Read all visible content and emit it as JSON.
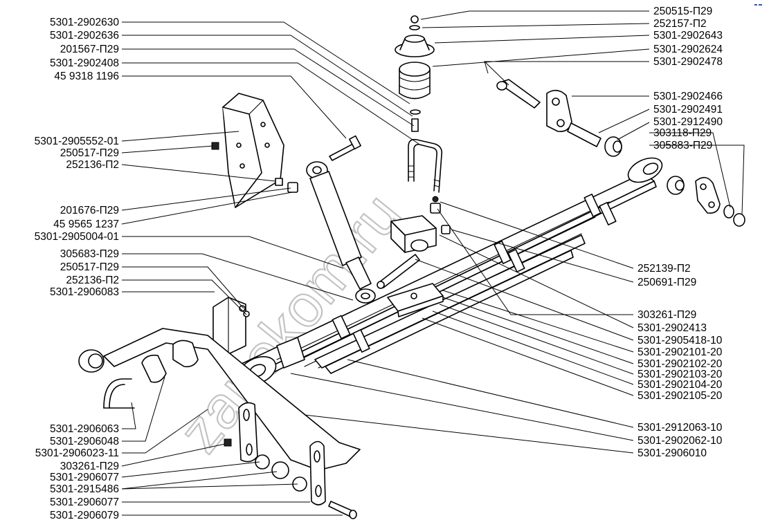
{
  "watermark": "zapokom.ru",
  "labels_right": [
    "250515-П29",
    "252157-П2",
    "5301-2902643",
    "5301-2902624",
    "5301-2902478",
    "5301-2902466",
    "5301-2902491",
    "5301-2912490",
    "303118-П29",
    "305883-П29",
    "252139-П2",
    "250691-П29",
    "303261-П29",
    "5301-2902413",
    "5301-2905418-10",
    "5301-2902101-20",
    "5301-2902102-20",
    "5301-2902103-20",
    "5301-2902104-20",
    "5301-2902105-20",
    "5301-2912063-10",
    "5301-2902062-10",
    "5301-2906010"
  ],
  "labels_left": [
    "5301-2902630",
    "5301-2902636",
    "201567-П29",
    "5301-2902408",
    "45 9318 1196",
    "5301-2905552-01",
    "250517-П29",
    "252136-П2",
    "201676-П29",
    "45 9565 1237",
    "5301-2905004-01",
    "305683-П29",
    "250517-П29",
    "252136-П2",
    "5301-2906083",
    "5301-2906063",
    "5301-2906048",
    "5301-2906023-11",
    "303261-П29",
    "5301-2906077",
    "5301-2915486",
    "5301-2906077",
    "5301-2906079"
  ]
}
